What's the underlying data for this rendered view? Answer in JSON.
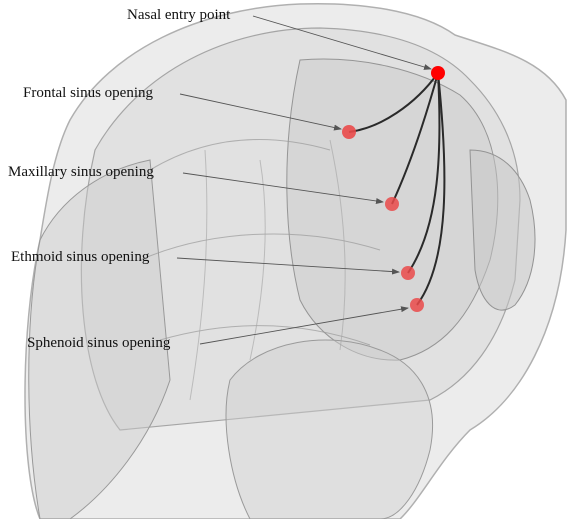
{
  "annotations": {
    "nasal_entry": "Nasal entry point",
    "frontal": "Frontal sinus opening",
    "maxillary": "Maxillary sinus opening",
    "ethmoid": "Ethmoid sinus opening",
    "sphenoid": "Sphenoid sinus opening"
  },
  "colors": {
    "entry_point": "#ff0000",
    "target_point": "#ea4a4a",
    "path": "#2a2a2a",
    "pointer": "#555555",
    "anatomy_fill": "#b8b8b8",
    "anatomy_stroke": "#8a8a8a"
  }
}
